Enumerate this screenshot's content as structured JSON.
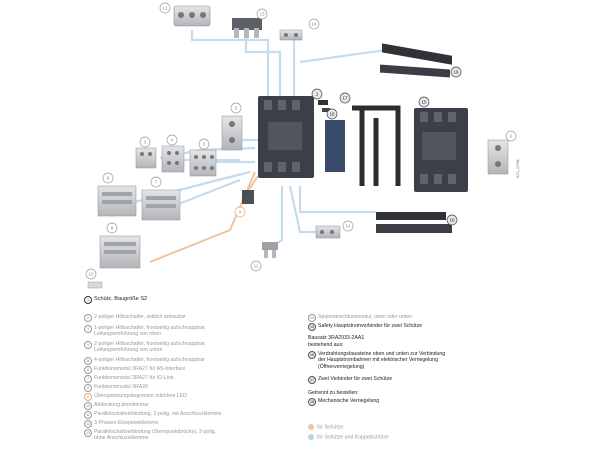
{
  "figure_id": "IC01_00764",
  "colors": {
    "orange": "#f2c49c",
    "blue": "#b9d4e4",
    "contactor": "#3b4048",
    "module_grey": "#c8c9cc"
  },
  "callouts": [
    "1",
    "2",
    "3",
    "4",
    "5",
    "6",
    "7",
    "8",
    "9",
    "10",
    "11",
    "12",
    "13",
    "14",
    "15",
    "16",
    "17",
    "18"
  ],
  "legend_left": [
    {
      "num": "1",
      "text": "Schütz, Baugröße S2",
      "style": "main"
    },
    {
      "num": "2",
      "text": "2-poliger Hilfsschalter, seitlich anbaubar"
    },
    {
      "num": "3",
      "text": "1-poliger Hilfsschalter, frontseitig aufschnappbar,",
      "text2": "Leitungseinführung von oben"
    },
    {
      "num": "4",
      "text": "2-poliger Hilfsschalter, frontseitig aufschnappbar,",
      "text2": "Leitungseinführung von unten"
    },
    {
      "num": "5",
      "text": "4-poliger Hilfsschalter, frontseitig aufschnappbar"
    },
    {
      "num": "6",
      "text": "Funktionsmodul 3RA27 für AS-Interface"
    },
    {
      "num": "7",
      "text": "Funktionsmodul 3RA27 für IO-Link"
    },
    {
      "num": "8",
      "text": "Funktionsmodul 3RA28"
    },
    {
      "num": "9",
      "text": "Überspannungsbegrenzer mit/ohne LED"
    },
    {
      "num": "10",
      "text": "Abdeckung plombierbar"
    },
    {
      "num": "11",
      "text": "Parallelschaltverbindung, 3-polig, mit Anschlussklemme"
    },
    {
      "num": "12",
      "text": "3-Phasen-Einspeiseklemme"
    },
    {
      "num": "13",
      "text": "Parallelschaltverbindung (Sternpunktbrücke), 3-polig,",
      "text2": "ohne Anschlussklemme"
    }
  ],
  "legend_right": {
    "item14": {
      "num": "14",
      "text": "Spulenanschlussmodul, oben oder unten"
    },
    "item15": {
      "num": "15",
      "text": "Safety Hauptstromverbinder für zwei Schütze"
    },
    "kit_title": "Bausatz 3RA2933-2AA1",
    "kit_sub": "bestehend aus:",
    "item16": {
      "num": "16",
      "text": "Verdrahtungsbausteine oben und unten zur Verbindung",
      "text2": "der Hauptstrombahnen mit elektrischer Verriegelung",
      "text3": "(Öffnerverriegelung)"
    },
    "item17": {
      "num": "17",
      "text": "Zwei Verbinder für zwei Schütze"
    },
    "separate_title": "Getrennt zu bestellen:",
    "item18": {
      "num": "18",
      "text": "Mechanische Verriegelung"
    },
    "key_orange": "für Schütze",
    "key_blue": "für Schütze und Koppelschütze"
  }
}
